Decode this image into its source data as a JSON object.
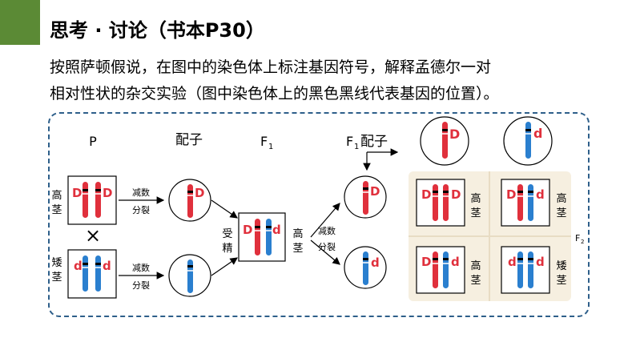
{
  "header": {
    "title": "思考 · 讨论（书本P30）"
  },
  "description": {
    "line1": "按照萨顿假说，在图中的染色体上标注基因符号，解释孟德尔一对",
    "line2": "相对性状的杂交实验（图中染色体上的黑色黑线代表基因的位置）。"
  },
  "diagram": {
    "labels": {
      "p": "P",
      "gametes": "配子",
      "f1_base": "F",
      "f1_sub": "1",
      "f1_gametes_base": "F",
      "f1_gametes_sub": "1",
      "f1_gametes_suffix": "配子",
      "f2_base": "F",
      "f2_sub": "2",
      "cross": "×"
    },
    "traits": {
      "tall_1": "高",
      "tall_2": "茎",
      "short_1": "矮",
      "short_2": "茎",
      "f1_tall_1": "高",
      "f1_tall_2": "茎",
      "fert_1": "受",
      "fert_2": "精"
    },
    "processes": {
      "meiosis_1": "减数",
      "meiosis_2": "分裂"
    },
    "genes": {
      "dominant": "D",
      "recessive": "d"
    },
    "punnett": {
      "cells": [
        {
          "trait_1": "高",
          "trait_2": "茎"
        },
        {
          "trait_1": "高",
          "trait_2": "茎"
        },
        {
          "trait_1": "高",
          "trait_2": "茎"
        },
        {
          "trait_1": "矮",
          "trait_2": "茎"
        }
      ]
    },
    "colors": {
      "red": "#e0303c",
      "blue": "#2a7fcf",
      "frame": "#2e5f8a",
      "punnett_bg": "#f6efe0",
      "header_bar": "#5b8a35"
    }
  }
}
